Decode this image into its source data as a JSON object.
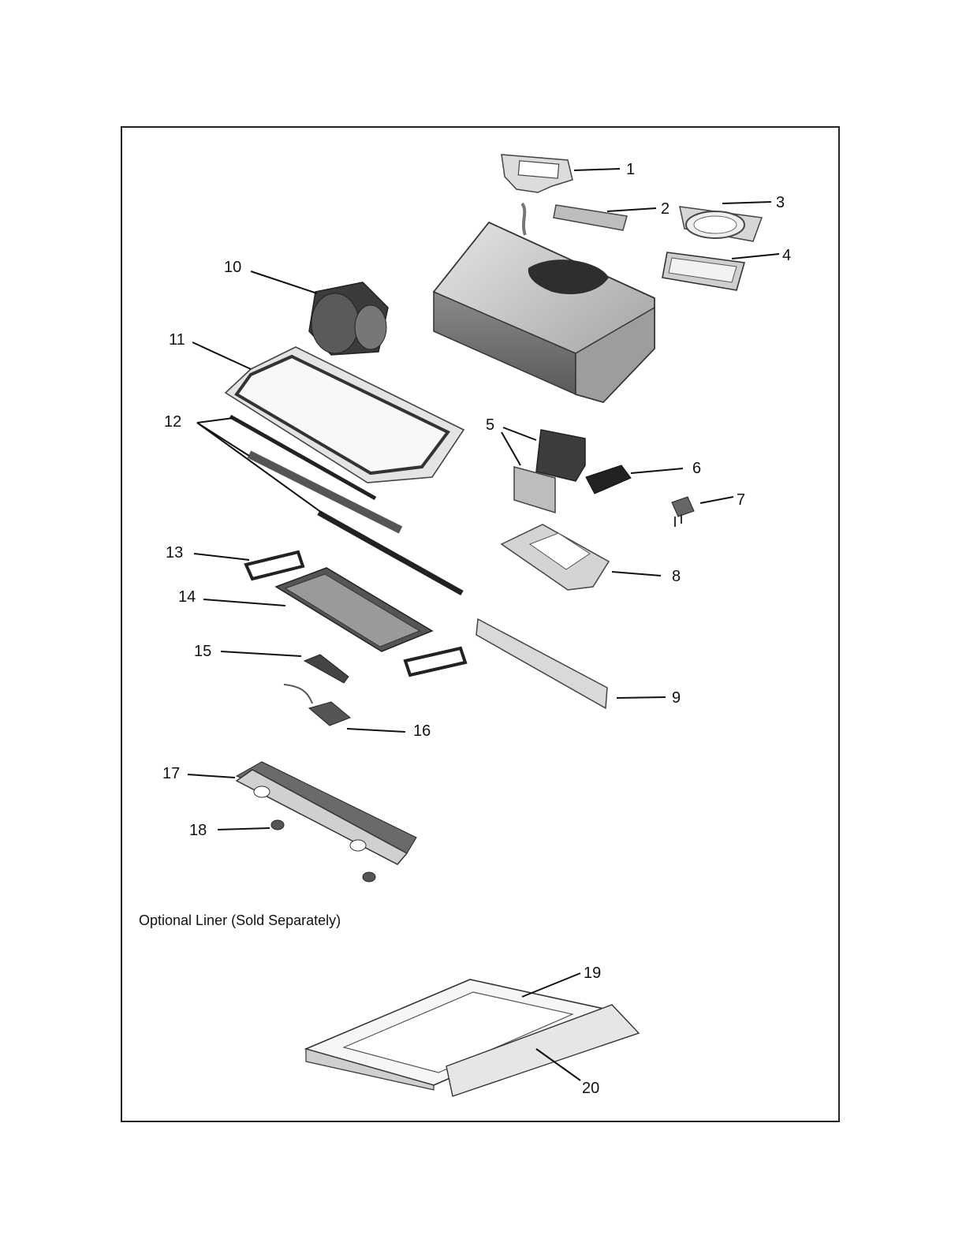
{
  "parts": {
    "p1": "1",
    "p2": "2",
    "p3": "3",
    "p4": "4",
    "p5": "5",
    "p6": "6",
    "p7": "7",
    "p8": "8",
    "p9": "9",
    "p10": "10",
    "p11": "11",
    "p12": "12",
    "p13": "13",
    "p14": "14",
    "p15": "15",
    "p16": "16",
    "p17": "17",
    "p18": "18",
    "p19": "19",
    "p20": "20"
  },
  "caption": "Optional Liner (Sold Separately)",
  "colors": {
    "metal_light": "#d9d9d9",
    "metal_mid": "#a6a6a6",
    "metal_dark": "#4a4a4a",
    "line": "#111111"
  }
}
